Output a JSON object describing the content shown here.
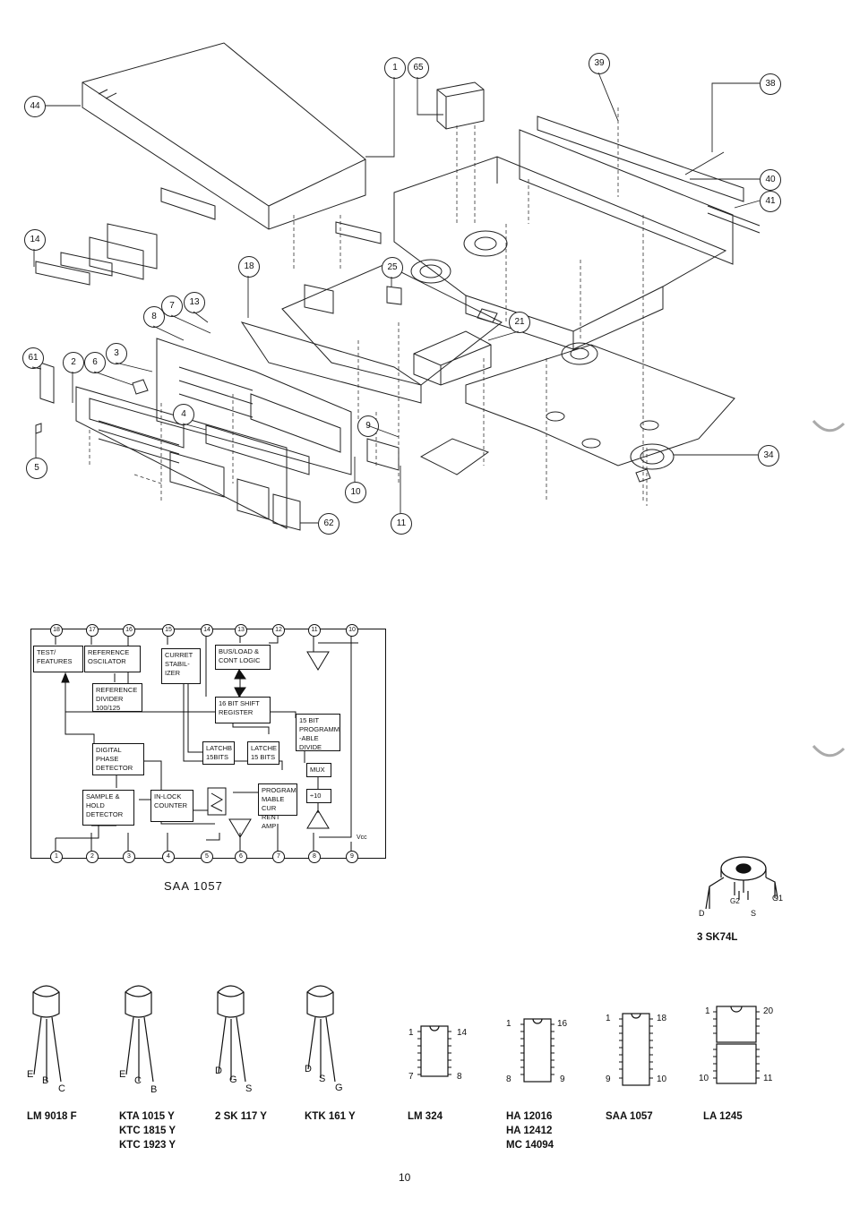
{
  "exploded_view": {
    "callouts": [
      {
        "id": "c44",
        "label": "44"
      },
      {
        "id": "c1",
        "label": "1"
      },
      {
        "id": "c65",
        "label": "65"
      },
      {
        "id": "c39",
        "label": "39"
      },
      {
        "id": "c38",
        "label": "38"
      },
      {
        "id": "c40",
        "label": "40"
      },
      {
        "id": "c41",
        "label": "41"
      },
      {
        "id": "c14",
        "label": "14"
      },
      {
        "id": "c18",
        "label": "18"
      },
      {
        "id": "c25",
        "label": "25"
      },
      {
        "id": "c7",
        "label": "7"
      },
      {
        "id": "c13",
        "label": "13"
      },
      {
        "id": "c8",
        "label": "8"
      },
      {
        "id": "c21",
        "label": "21"
      },
      {
        "id": "c3",
        "label": "3"
      },
      {
        "id": "c61",
        "label": "61"
      },
      {
        "id": "c2",
        "label": "2"
      },
      {
        "id": "c6",
        "label": "6"
      },
      {
        "id": "c4",
        "label": "4"
      },
      {
        "id": "c9",
        "label": "9"
      },
      {
        "id": "c5",
        "label": "5"
      },
      {
        "id": "c10",
        "label": "10"
      },
      {
        "id": "c34",
        "label": "34"
      },
      {
        "id": "c62",
        "label": "62"
      },
      {
        "id": "c11",
        "label": "11"
      }
    ]
  },
  "block_diagram": {
    "top_pins": [
      "18",
      "17",
      "16",
      "15",
      "14",
      "13",
      "12",
      "11",
      "10"
    ],
    "bottom_pins": [
      "1",
      "2",
      "3",
      "4",
      "5",
      "6",
      "7",
      "8",
      "9"
    ],
    "blocks": {
      "test": "TEST/ FEATURES",
      "ref_osc": "REFERENCE OSCILATOR",
      "current_stab": "CURRET STABIL- IZER",
      "bus": "BUS/LOAD & CONT LOGIC",
      "ref_div": "REFERENCE DIVIDER 100/125",
      "shift": "16 BIT SHIFT REGISTER",
      "prog_div": "15 BIT PROGRAMM -ABLE DIVIDE",
      "latchb": "LATCHB 15BITS",
      "latche": "LATCHE 15 BITS",
      "dpd": "DIGITAL PHASE DETECTOR",
      "mux": "MUX",
      "sample": "SAMPLE & HOLD DETECTOR",
      "inlock": "IN-LOCK COUNTER",
      "amp": "PROGRAM MABLE CUR RENT AMP",
      "div10": "÷10"
    },
    "vcc_label": "Vcc",
    "chip_name": "SAA 1057"
  },
  "fet_3sk74l": {
    "pins": {
      "d": "D",
      "s": "S",
      "g1": "G1",
      "g2": "G2"
    },
    "name": "3 SK74L"
  },
  "transistors": [
    {
      "pins": [
        "E",
        "B",
        "C"
      ],
      "names": [
        "LM 9018 F"
      ]
    },
    {
      "pins": [
        "E",
        "C",
        "B"
      ],
      "names": [
        "KTA 1015 Y",
        "KTC 1815 Y",
        "KTC 1923 Y"
      ]
    },
    {
      "pins": [
        "D",
        "G",
        "S"
      ],
      "names": [
        "2 SK 117 Y"
      ]
    },
    {
      "pins": [
        "D",
        "S",
        "G"
      ],
      "names": [
        "KTK 161 Y"
      ]
    }
  ],
  "ics": [
    {
      "pins": [
        "1",
        "14",
        "7",
        "8"
      ],
      "names": [
        "LM 324"
      ]
    },
    {
      "pins": [
        "1",
        "16",
        "8",
        "9"
      ],
      "names": [
        "HA 12016",
        "HA 12412",
        "MC 14094"
      ]
    },
    {
      "pins": [
        "1",
        "18",
        "9",
        "10"
      ],
      "names": [
        "SAA 1057"
      ]
    },
    {
      "pins": [
        "1",
        "20",
        "10",
        "11"
      ],
      "names": [
        "LA 1245"
      ]
    }
  ],
  "page_number": "10"
}
